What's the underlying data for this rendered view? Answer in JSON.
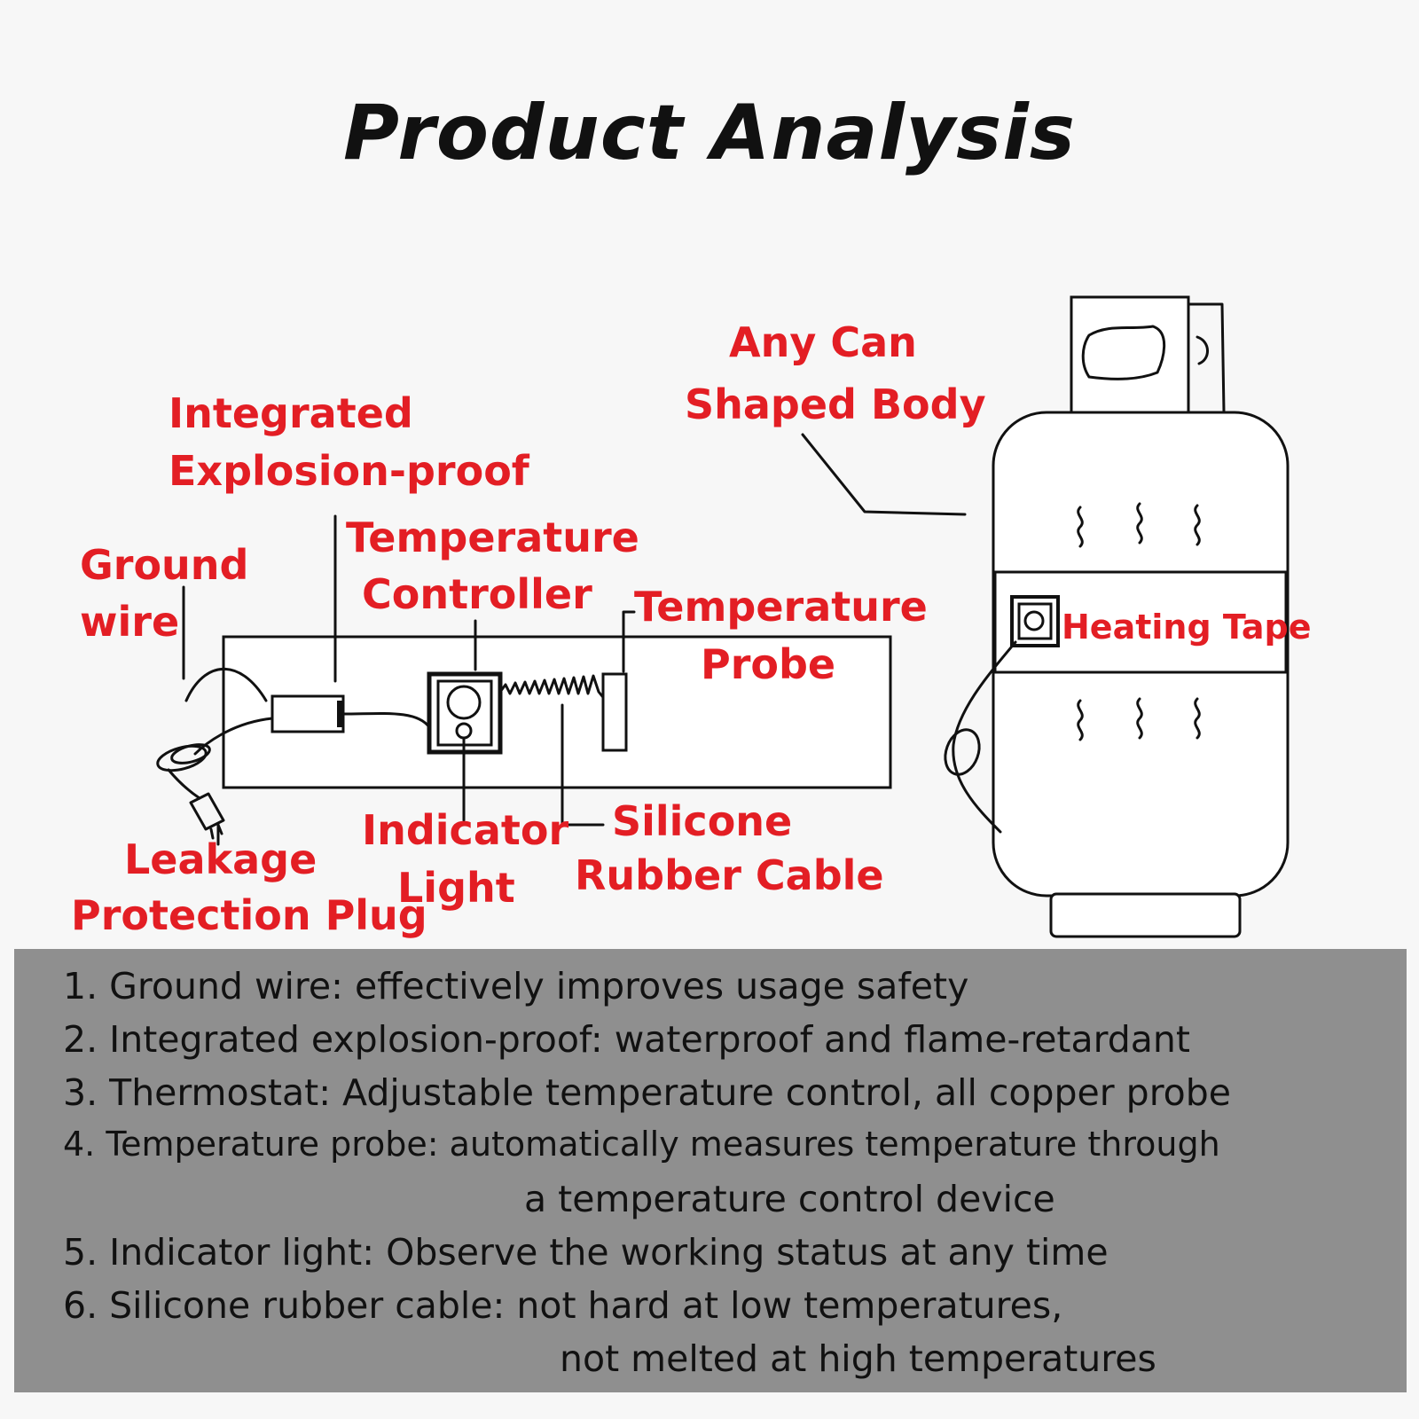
{
  "title": "Product Analysis",
  "labels": {
    "ground_wire": [
      "Ground",
      "wire"
    ],
    "explosion_proof": [
      "Integrated",
      "Explosion-proof"
    ],
    "temp_controller": [
      "Temperature",
      "Controller"
    ],
    "temp_probe": [
      "Temperature",
      "Probe"
    ],
    "any_can": [
      "Any Can",
      "Shaped Body"
    ],
    "heating_tape": "Heating Tape",
    "leakage_plug": [
      "Leakage",
      "Protection Plug"
    ],
    "indicator_light": [
      "Indicator",
      "Light"
    ],
    "silicone_cable": [
      "Silicone",
      "Rubber Cable"
    ]
  },
  "notes": [
    "1. Ground wire: effectively improves usage safety",
    "2. Integrated explosion-proof: waterproof and flame-retardant",
    "3. Thermostat: Adjustable temperature control, all copper probe",
    "4. Temperature probe: automatically measures temperature through",
    "a temperature control device",
    "5. Indicator light: Observe the working status at any time",
    "6. Silicone rubber cable: not hard at low temperatures,",
    "not melted at high temperatures"
  ],
  "colors": {
    "label_red": "#e31e24",
    "line_black": "#111111",
    "notes_bg": "#8f8f8f"
  }
}
